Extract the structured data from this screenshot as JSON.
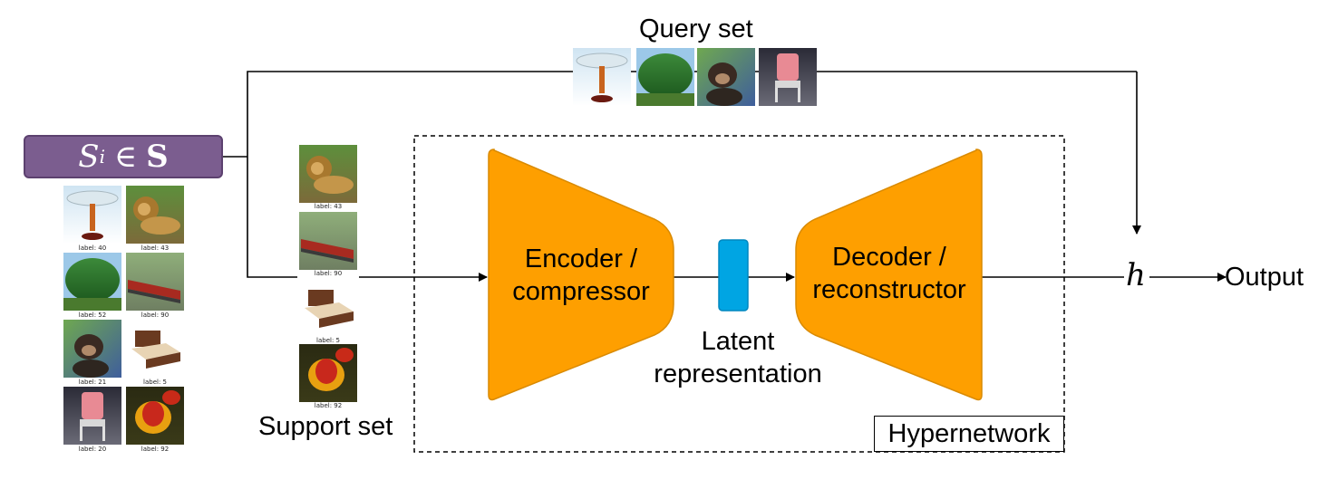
{
  "set_box": {
    "symbol": "S",
    "subscript": "i",
    "relation": "∈",
    "set": "S"
  },
  "query_set": {
    "title": "Query set",
    "images": [
      "lamp-image",
      "tree-image",
      "chimpanzee-image",
      "chair-image"
    ]
  },
  "support_set": {
    "title": "Support set",
    "items": [
      {
        "image": "lion-image",
        "label": "label: 43"
      },
      {
        "image": "train-image",
        "label": "label: 90"
      },
      {
        "image": "bed-image",
        "label": "label: 5"
      },
      {
        "image": "tulip-image",
        "label": "label: 92"
      }
    ]
  },
  "task_images": [
    {
      "image": "lamp-image",
      "label": "label: 40"
    },
    {
      "image": "lion-image",
      "label": "label: 43"
    },
    {
      "image": "tree-image",
      "label": "label: 52"
    },
    {
      "image": "train-image",
      "label": "label: 90"
    },
    {
      "image": "chimpanzee-image",
      "label": "label: 21"
    },
    {
      "image": "bed-image",
      "label": "label: 5"
    },
    {
      "image": "chair-image",
      "label": "label: 20"
    },
    {
      "image": "tulip-image",
      "label": "label: 92"
    }
  ],
  "encoder": {
    "line1": "Encoder /",
    "line2": "compressor"
  },
  "latent": {
    "line1": "Latent",
    "line2": "representation"
  },
  "decoder": {
    "line1": "Decoder /",
    "line2": "reconstructor"
  },
  "hypernetwork_label": "Hypernetwork",
  "h_symbol": "h",
  "output_label": "Output",
  "colors": {
    "trapezoid": "#fe9f00",
    "trapezoid_stroke": "#d98a00",
    "latent": "#00a5e3",
    "set_box": "#7b5d8f"
  }
}
